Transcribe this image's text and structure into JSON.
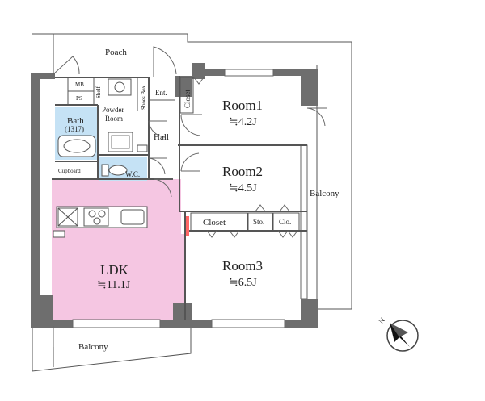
{
  "colors": {
    "ldk": "#f5c6e2",
    "bath": "#c5e2f5",
    "wc": "#c5e2f5",
    "wall": "#6e6e6e",
    "line": "#555555"
  },
  "rooms": {
    "ldk": {
      "name": "LDK",
      "area": "≒11.1J"
    },
    "room1": {
      "name": "Room1",
      "area": "≒4.2J"
    },
    "room2": {
      "name": "Room2",
      "area": "≒4.5J"
    },
    "room3": {
      "name": "Room3",
      "area": "≒6.5J"
    },
    "bath": {
      "name": "Bath",
      "size": "(1317)"
    }
  },
  "labels": {
    "poach": "Poach",
    "balcony_right": "Balcony",
    "balcony_bottom": "Balcony",
    "hall": "Hall",
    "ent": "Ent.",
    "closet_vertical": "Closet",
    "closet_row": "Closet",
    "sto": "Sto.",
    "clo": "Clo.",
    "powder_line1": "Powder",
    "powder_line2": "Room",
    "wc": "W.C.",
    "cupboard": "Cupboard",
    "mb": "MB",
    "ps": "PS",
    "shelf": "Shelf",
    "shoes_box": "Shoes Box",
    "compass": "N"
  }
}
